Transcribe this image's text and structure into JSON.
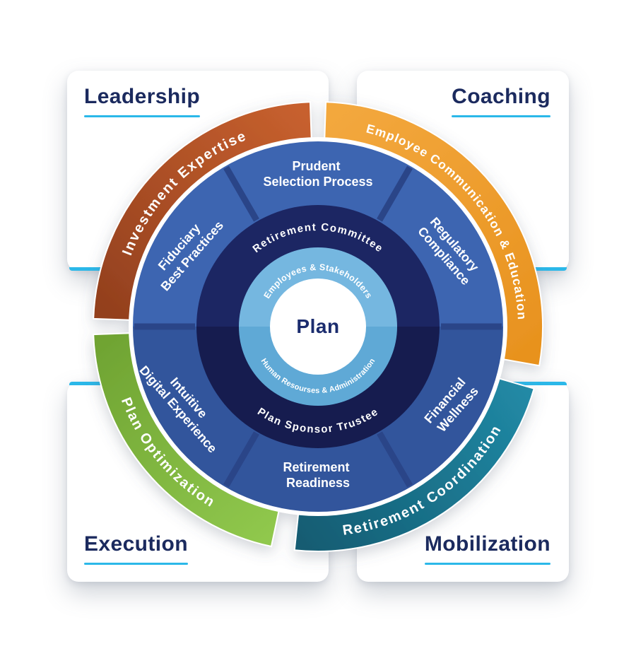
{
  "cards": {
    "leadership": {
      "title": "Leadership"
    },
    "coaching": {
      "title": "Coaching"
    },
    "execution": {
      "title": "Execution"
    },
    "mobilization": {
      "title": "Mobilization"
    }
  },
  "wheel": {
    "center_label": "Plan",
    "inner_ring": {
      "top": "Employees & Stakeholders",
      "bottom": "Human Resourses & Administration"
    },
    "governance_ring": {
      "top": "Retirement Committee",
      "bottom": "Plan Sponsor Trustee"
    },
    "segments": {
      "prudent": {
        "line1": "Prudent",
        "line2": "Selection Process"
      },
      "regulatory": {
        "line1": "Regulatory",
        "line2": "Compliance"
      },
      "financial": {
        "line1": "Financial",
        "line2": "Wellness"
      },
      "readiness": {
        "line1": "Retirement",
        "line2": "Readiness"
      },
      "intuitive": {
        "line1": "Intuitive",
        "line2": "Digital Experience"
      },
      "fiduciary": {
        "line1": "Fiduciary",
        "line2": "Best Practices"
      }
    },
    "arcs": {
      "investment": {
        "label": "Investment Expertise",
        "color_start": "#93401E",
        "color_end": "#C7602E"
      },
      "communication": {
        "label": "Employee Communication & Education",
        "color_start": "#F3A83E",
        "color_end": "#E8921E"
      },
      "coordination": {
        "label": "Retirement Coordination",
        "color_start": "#2189A5",
        "color_end": "#135C72"
      },
      "optimization": {
        "label": "Plan Optimization",
        "color_start": "#6FA332",
        "color_end": "#90C84D"
      }
    }
  },
  "colors": {
    "accent_cyan": "#2BB8E9",
    "title_navy": "#1B2A5E",
    "ring_mid_top": "#3E65B1",
    "ring_mid_bottom": "#32549C",
    "ring_navy_top": "#1B2763",
    "ring_navy_bottom": "#131D4F",
    "ring_light_top": "#74B7E0",
    "ring_light_bottom": "#5FA9D6",
    "divider": "#2A4488"
  }
}
